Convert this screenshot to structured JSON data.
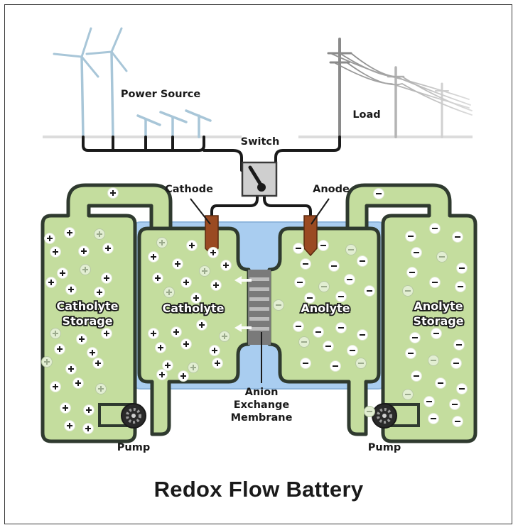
{
  "title": "Redox Flow Battery",
  "labels": {
    "power_source": "Power Source",
    "load": "Load",
    "switch": "Switch",
    "cathode": "Cathode",
    "anode": "Anode",
    "catholyte_storage_line1": "Catholyte",
    "catholyte_storage_line2": "Storage",
    "catholyte": "Catholyte",
    "anolyte": "Anolyte",
    "anolyte_storage_line1": "Anolyte",
    "anolyte_storage_line2": "Storage",
    "membrane_line1": "Anion",
    "membrane_line2": "Exchange",
    "membrane_line3": "Membrane",
    "pump_left": "Pump",
    "pump_right": "Pump"
  },
  "colors": {
    "electrolyte": "#c4dd9e",
    "pipe_outline": "#2f3a2f",
    "cell_bath": "#a9cdf0",
    "electrode": "#9a4a22",
    "wire": "#1a1a1a",
    "turbine": "#a8c6d8",
    "power_pole": "#8a8a8a"
  },
  "icons": {
    "positive_ion": "plus-circle-icon",
    "negative_ion": "minus-circle-icon",
    "pump": "pump-icon",
    "wind_turbine": "wind-turbine-icon",
    "solar_panel": "solar-panel-icon",
    "power_line": "power-line-icon",
    "switch": "switch-icon"
  }
}
